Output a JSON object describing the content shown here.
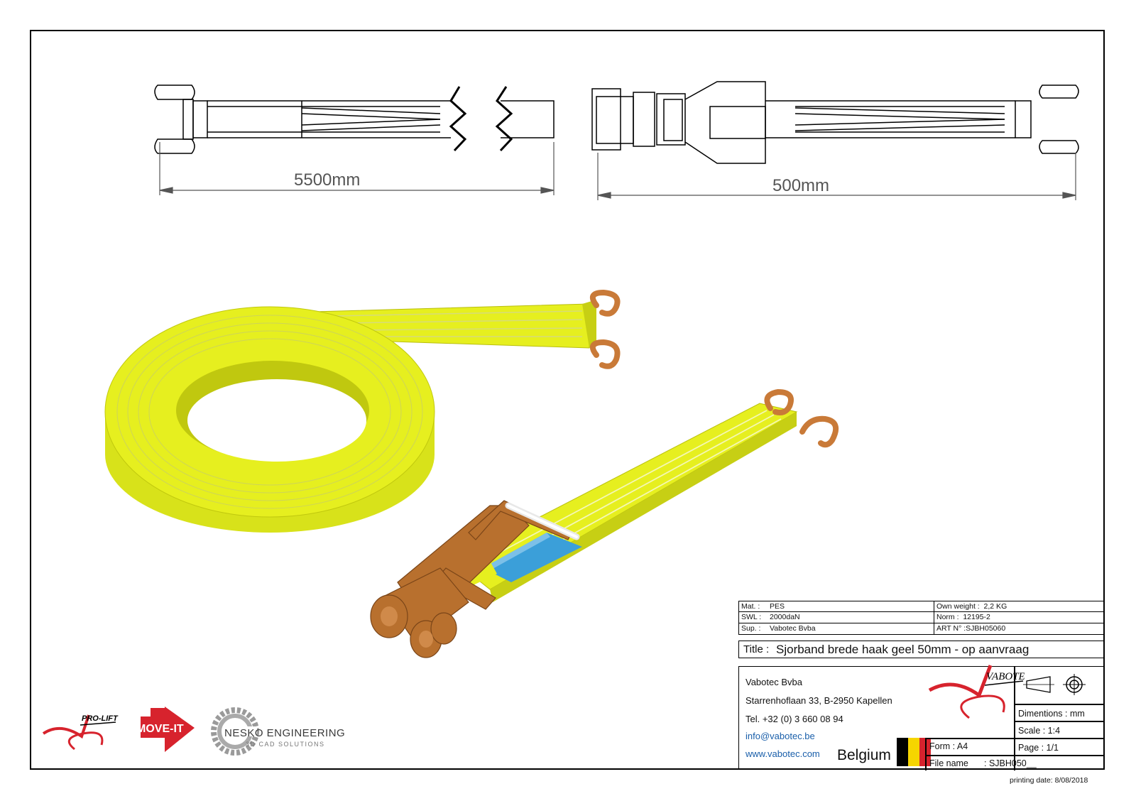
{
  "dimensions": {
    "left": "5500mm",
    "right": "500mm"
  },
  "material_table": {
    "mat_label": "Mat. :",
    "mat_value": "PES",
    "swl_label": "SWL :",
    "swl_value": "2000daN",
    "sup_label": "Sup. :",
    "sup_value": "Vabotec Bvba",
    "weight_label": "Own weight :",
    "weight_value": "2,2  KG",
    "norm_label": "Norm :",
    "norm_value": "12195-2",
    "art_label": "ART N° :",
    "art_value": "SJBH05060"
  },
  "title": {
    "label": "Title  :",
    "value": "Sjorband brede haak geel 50mm - op aanvraag"
  },
  "company": {
    "name": "Vabotec Bvba",
    "address": "Starrenhoflaan 33, B-2950 Kapellen",
    "phone": "Tel. +32 (0) 3 660 08 94",
    "email": "info@vabotec.be",
    "website": "www.vabotec.com",
    "country": "Belgium",
    "logo_text": "VABOTEC"
  },
  "sheet_info": {
    "dimentions": "Dimentions : mm",
    "scale": "Scale  : 1:4",
    "page": "Page : 1/1",
    "form": "Form : A4",
    "filename_label": "File name",
    "filename_value": ": SJBH050__"
  },
  "printing": "printing date:   8/08/2018",
  "logos": {
    "prolift": "PRO-LIFT",
    "moveit": "MOVE-IT",
    "nesko": "NESKO ENGINEERING",
    "nesko_sub": "3D CAD SOLUTIONS"
  },
  "colors": {
    "strap": "#e6ef1f",
    "strap_dark": "#c4cc10",
    "hook": "#c97a38",
    "buckle": "#b8702e",
    "blue": "#3b9fd9",
    "red": "#d7232d"
  }
}
